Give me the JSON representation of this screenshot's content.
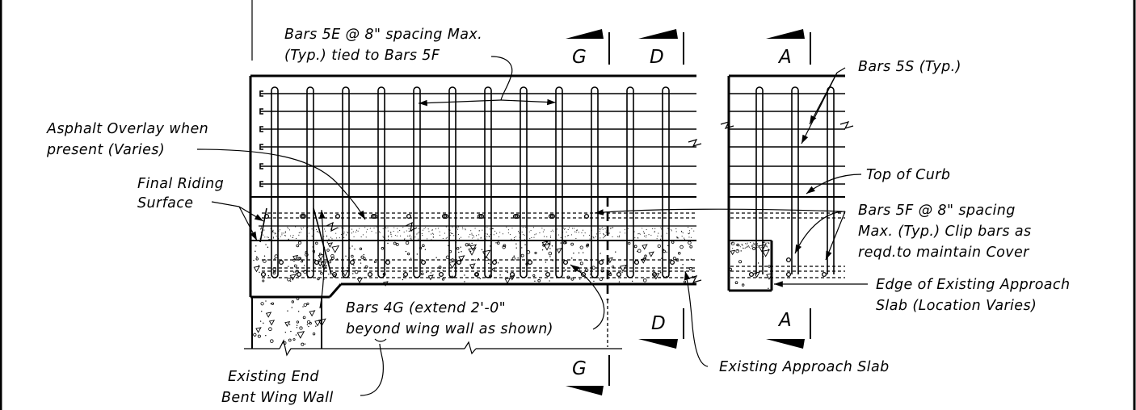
{
  "labels": {
    "bars_5e_line1": "Bars 5E @ 8\" spacing Max.",
    "bars_5e_line2": "(Typ.) tied to Bars 5F",
    "bars_5s": "Bars 5S (Typ.)",
    "asphalt_line1": "Asphalt Overlay when",
    "asphalt_line2": "present (Varies)",
    "top_of_curb": "Top of Curb",
    "final_riding_line1": "Final Riding",
    "final_riding_line2": "Surface",
    "bars_5f_line1": "Bars 5F @ 8\" spacing",
    "bars_5f_line2": "Max. (Typ.) Clip bars as",
    "bars_5f_line3": "reqd.to maintain Cover",
    "edge_line1": "Edge of Existing Approach",
    "edge_line2": "Slab (Location Varies)",
    "bars_4g_line1": "Bars 4G (extend 2'-0\"",
    "bars_4g_line2": "beyond wing wall as shown)",
    "existing_slab": "Existing Approach Slab",
    "wing_wall_line1": "Existing End",
    "wing_wall_line2": "Bent Wing Wall"
  },
  "sections": {
    "g_top": "G",
    "d_top": "D",
    "a_top": "A",
    "d_bottom": "D",
    "a_bottom": "A",
    "g_bottom": "G"
  },
  "colors": {
    "ink": "#000000",
    "paper": "#ffffff"
  }
}
